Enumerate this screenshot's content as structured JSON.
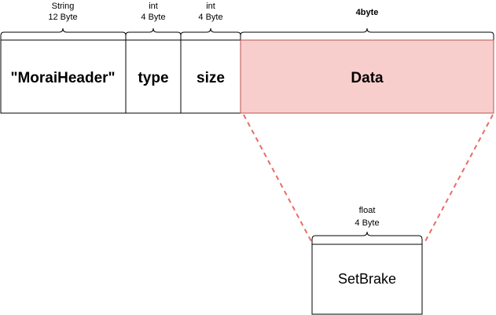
{
  "packet": {
    "header_field": {
      "label": "\"MoraiHeader\"",
      "type_name": "String",
      "size": "12 Byte"
    },
    "type_field": {
      "label": "type",
      "type_name": "int",
      "size": "4 Byte"
    },
    "size_field": {
      "label": "size",
      "type_name": "int",
      "size": "4 Byte"
    },
    "data_field": {
      "label": "Data",
      "size": "4byte"
    }
  },
  "detail": {
    "field": {
      "label": "SetBrake",
      "type_name": "float",
      "size": "4 Byte"
    }
  },
  "colors": {
    "data_fill": "#f8cecc",
    "data_stroke": "#b85450",
    "connector": "#ea6b66",
    "outline": "#000000"
  }
}
